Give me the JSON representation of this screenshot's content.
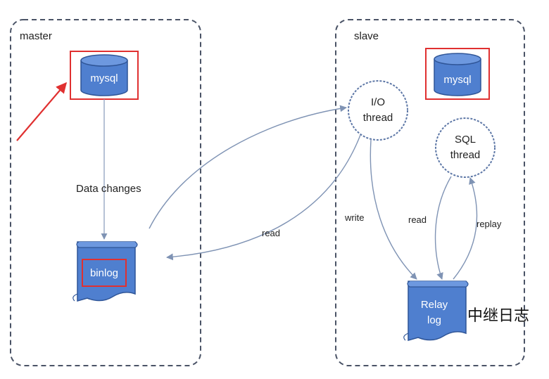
{
  "master": {
    "label": "master",
    "db_label": "mysql",
    "binlog_label": "binlog"
  },
  "slave": {
    "label": "slave",
    "db_label": "mysql",
    "io_thread": [
      "I/O",
      "thread"
    ],
    "sql_thread": [
      "SQL",
      "thread"
    ],
    "relay_log": [
      "Relay",
      "log"
    ],
    "relay_log_note": "中继日志"
  },
  "edges": {
    "data_changes": "Data changes",
    "read_binlog": "read",
    "write": "write",
    "read_relay": "read",
    "replay": "replay"
  },
  "colors": {
    "box_border": "#4a5366",
    "shape_fill": "#4f7fcf",
    "shape_stroke": "#2f5597",
    "arrow": "#7f93b4",
    "highlight": "#e03030",
    "thread_stroke": "#5d77a6"
  }
}
